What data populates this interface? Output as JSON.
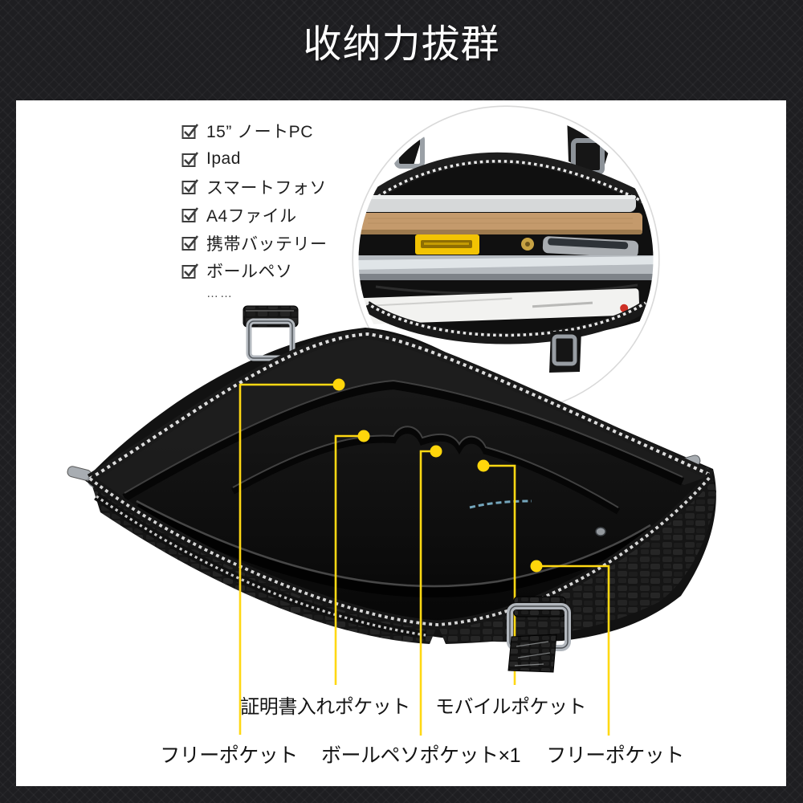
{
  "header": {
    "title": "收纳力拔群"
  },
  "theme": {
    "page_bg": "#1e1e21",
    "card_bg": "#ffffff",
    "accent_yellow": "#ffd813",
    "callout_dot": "#ffd60b",
    "check_color": "#3d3d3d",
    "text_dark": "#1f1f1f",
    "label_color": "#141414"
  },
  "checklist": {
    "items": [
      "15” ノートPC",
      "Ipad",
      "スマートフォソ",
      "A4ファイル",
      "携帯バッテリー",
      "ボールペソ"
    ],
    "more": "……"
  },
  "callouts": {
    "top_row": [
      "証明書入れポケット",
      "モバイルポケット"
    ],
    "bottom_row": [
      "フリーポケット",
      "ボールペソポケット×1",
      "フリーポケット"
    ]
  },
  "icons": {
    "checkbox": "checkbox-checked-icon",
    "d_ring": "d-ring-icon",
    "zipper": "zipper-teeth-icon"
  }
}
